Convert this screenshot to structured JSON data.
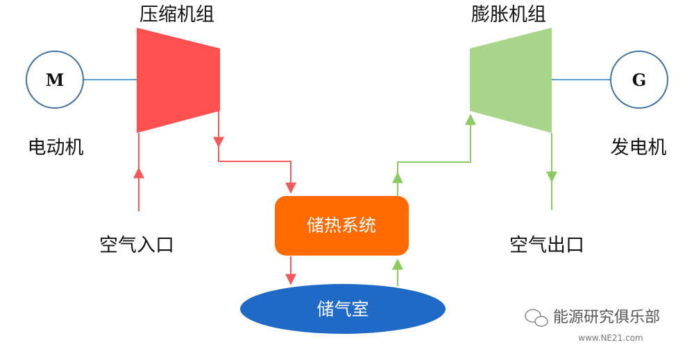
{
  "labels": {
    "compressor": "压缩机组",
    "expander": "膨胀机组",
    "motor_symbol": "M",
    "motor": "电动机",
    "generator_symbol": "G",
    "generator": "发电机",
    "air_inlet": "空气入口",
    "air_outlet": "空气出口",
    "heat_storage": "储热系统",
    "air_chamber": "储气室"
  },
  "watermark": {
    "text": "能源研究俱乐部",
    "site": "www.NE21.com"
  },
  "colors": {
    "compressor": "#FF5050",
    "expander": "#A8D58A",
    "red_flow": "#F05A5A",
    "green_flow": "#8CCB62",
    "shaft": "#5B9BD5",
    "heat_storage": "#FF6A00",
    "air_chamber": "#1F6AC6",
    "machine_border": "#41719C"
  }
}
